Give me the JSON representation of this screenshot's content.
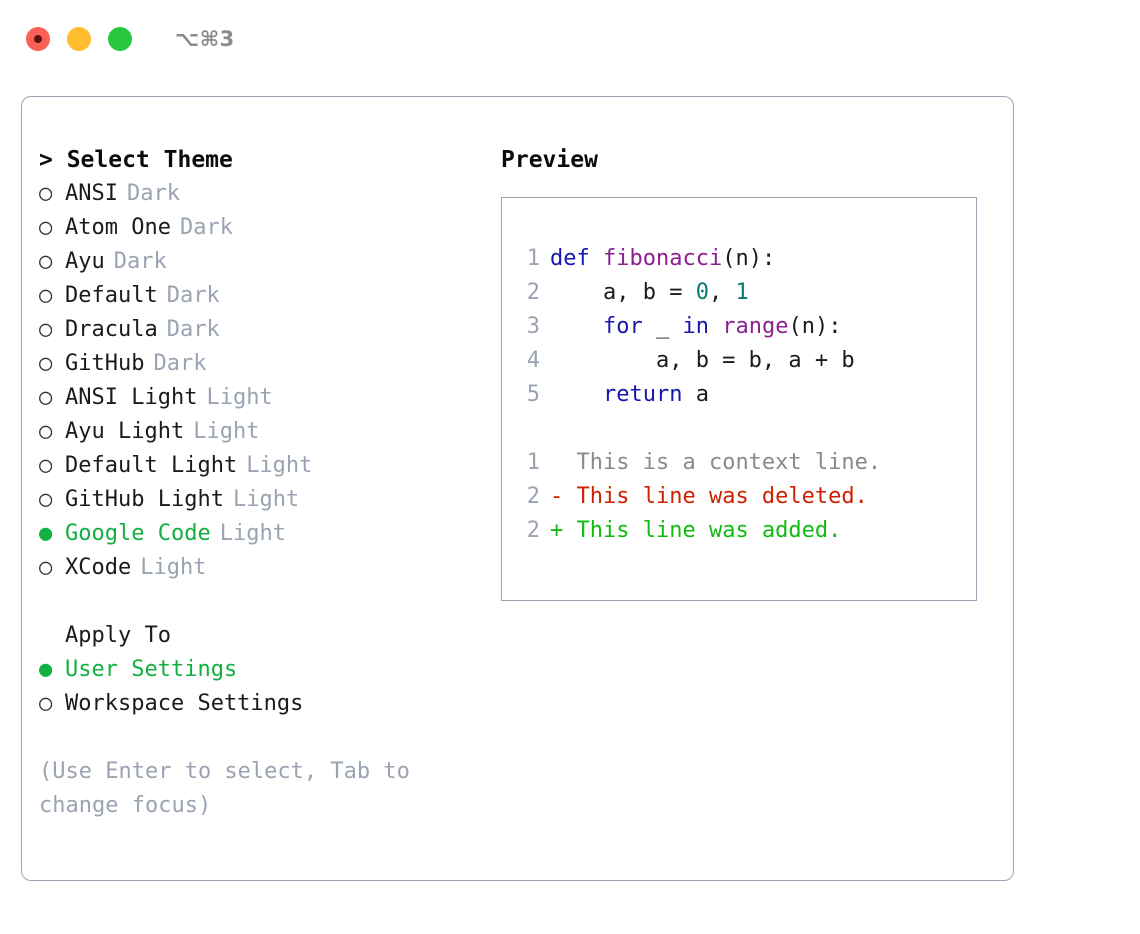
{
  "titlebar": {
    "traffic_lights": [
      {
        "name": "close",
        "color": "#fb6058"
      },
      {
        "name": "minimize",
        "color": "#fdbd2e"
      },
      {
        "name": "maximize",
        "color": "#27c840"
      }
    ],
    "shortcut": "⌥⌘3"
  },
  "theme_list": {
    "title": "> Select Theme",
    "items": [
      {
        "bullet": "○",
        "label": "ANSI",
        "tag": "Dark",
        "selected": false
      },
      {
        "bullet": "○",
        "label": "Atom One",
        "tag": "Dark",
        "selected": false
      },
      {
        "bullet": "○",
        "label": "Ayu",
        "tag": "Dark",
        "selected": false
      },
      {
        "bullet": "○",
        "label": "Default",
        "tag": "Dark",
        "selected": false
      },
      {
        "bullet": "○",
        "label": "Dracula",
        "tag": "Dark",
        "selected": false
      },
      {
        "bullet": "○",
        "label": "GitHub",
        "tag": "Dark",
        "selected": false
      },
      {
        "bullet": "○",
        "label": "ANSI Light",
        "tag": "Light",
        "selected": false
      },
      {
        "bullet": "○",
        "label": "Ayu Light",
        "tag": "Light",
        "selected": false
      },
      {
        "bullet": "○",
        "label": "Default Light",
        "tag": "Light",
        "selected": false
      },
      {
        "bullet": "○",
        "label": "GitHub Light",
        "tag": "Light",
        "selected": false
      },
      {
        "bullet": "●",
        "label": "Google Code",
        "tag": "Light",
        "selected": true
      },
      {
        "bullet": "○",
        "label": "XCode",
        "tag": "Light",
        "selected": false
      }
    ]
  },
  "apply_to": {
    "heading": "Apply To",
    "options": [
      {
        "bullet": "●",
        "label": "User Settings",
        "selected": true
      },
      {
        "bullet": "○",
        "label": "Workspace Settings",
        "selected": false
      }
    ]
  },
  "hint": "(Use Enter to select, Tab to change focus)",
  "preview": {
    "title": "Preview",
    "code_lines": [
      {
        "num": "1",
        "tokens": [
          {
            "t": "def ",
            "c": "kw"
          },
          {
            "t": "fibonacci",
            "c": "fn"
          },
          {
            "t": "(n):",
            "c": "pl"
          }
        ]
      },
      {
        "num": "2",
        "tokens": [
          {
            "t": "    a, b = ",
            "c": "pl"
          },
          {
            "t": "0",
            "c": "num"
          },
          {
            "t": ", ",
            "c": "pl"
          },
          {
            "t": "1",
            "c": "num"
          }
        ]
      },
      {
        "num": "3",
        "tokens": [
          {
            "t": "    ",
            "c": "pl"
          },
          {
            "t": "for",
            "c": "kw"
          },
          {
            "t": " _ ",
            "c": "pl"
          },
          {
            "t": "in",
            "c": "kw"
          },
          {
            "t": " ",
            "c": "pl"
          },
          {
            "t": "range",
            "c": "fn"
          },
          {
            "t": "(n):",
            "c": "pl"
          }
        ]
      },
      {
        "num": "4",
        "tokens": [
          {
            "t": "        a, b = b, a + b",
            "c": "pl"
          }
        ]
      },
      {
        "num": "5",
        "tokens": [
          {
            "t": "    ",
            "c": "pl"
          },
          {
            "t": "return",
            "c": "kw"
          },
          {
            "t": " a",
            "c": "pl"
          }
        ]
      }
    ],
    "diff_lines": [
      {
        "num": "1",
        "marker": "  ",
        "text": "This is a context line.",
        "kind": "ctx"
      },
      {
        "num": "2",
        "marker": "- ",
        "text": "This line was deleted.",
        "kind": "del"
      },
      {
        "num": "2",
        "marker": "+ ",
        "text": "This line was added.",
        "kind": "add"
      }
    ]
  }
}
